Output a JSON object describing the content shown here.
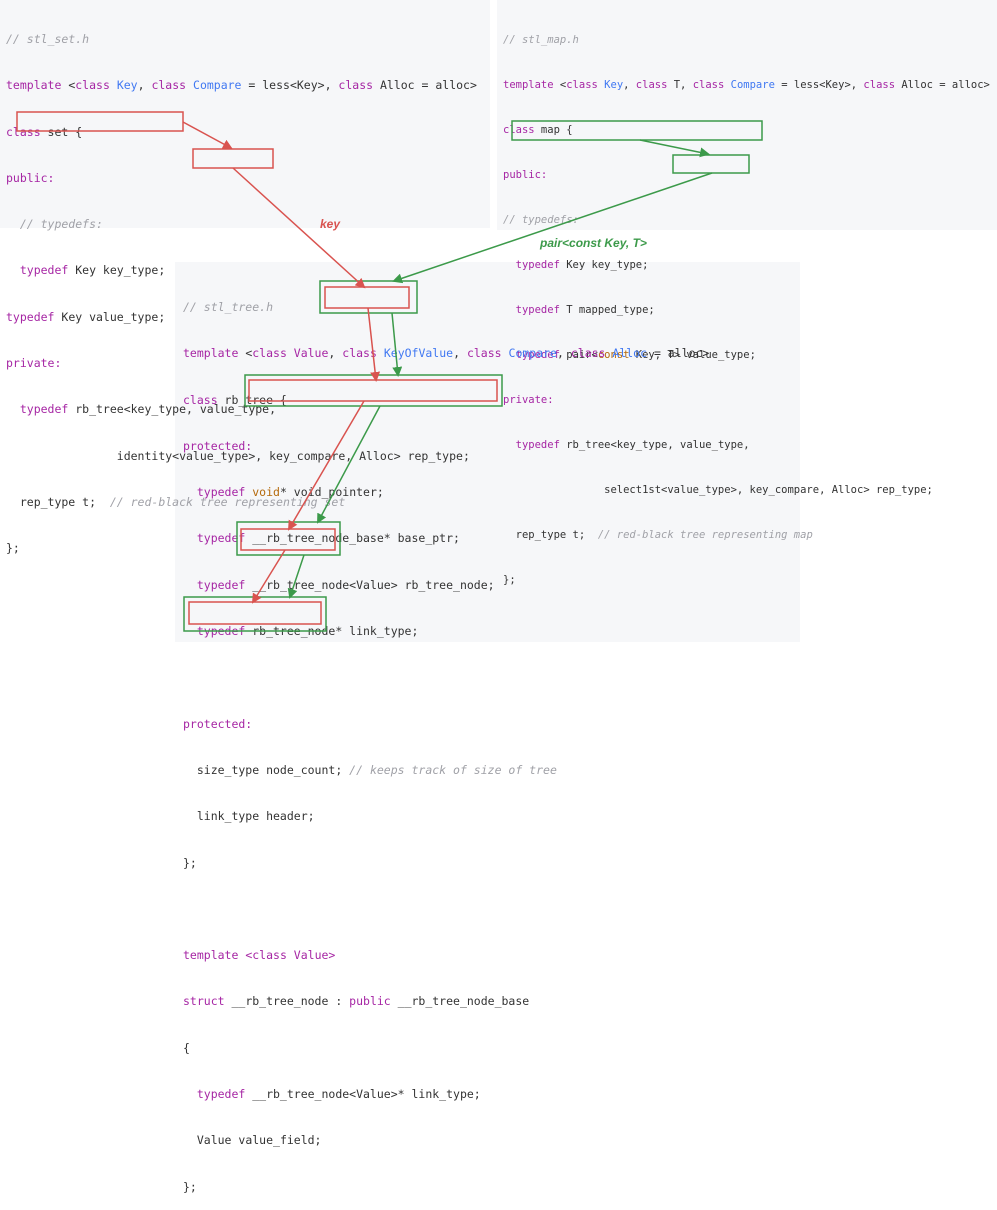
{
  "set_code": {
    "comment": "// stl_set.h",
    "l2_kw1": "template",
    "l2_a": " <",
    "l2_kw2": "class",
    "l2_sp1": " ",
    "l2_ty1": "Key",
    "l2_b": ", ",
    "l2_kw3": "class",
    "l2_sp2": " ",
    "l2_ty2": "Compare",
    "l2_c": " = less<Key>, ",
    "l2_kw4": "class",
    "l2_d": " Alloc = alloc>",
    "l3_kw": "class",
    "l3_rest": " set {",
    "l4": "public:",
    "l5": "  // typedefs:",
    "l6_kw": "  typedef",
    "l6_rest": " Key key_type;",
    "l7_kw": "typedef",
    "l7_rest": " Key value_type;",
    "l8": "private:",
    "l9_kw": "  typedef",
    "l9_rest": " rb_tree<key_type, ",
    "l9_box": "value_type,",
    "l10": "                identity<value_type>, key_compare, Alloc> rep_type;",
    "l11_a": "  rep_type t;  ",
    "l11_cm": "// red-black tree representing set",
    "l12": "};"
  },
  "map_code": {
    "comment": "// stl_map.h",
    "l2_kw1": "template",
    "l2_a": " <",
    "l2_kw2": "class",
    "l2_sp1": " ",
    "l2_ty1": "Key",
    "l2_b": ", ",
    "l2_kw3": "class",
    "l2_c": " T, ",
    "l2_kw4": "class",
    "l2_sp2": " ",
    "l2_ty2": "Compare",
    "l2_d": " = less<Key>, ",
    "l2_kw5": "class",
    "l2_e": " Alloc = alloc>",
    "l3_kw": "class",
    "l3_rest": " map {",
    "l4": "public:",
    "l5": "// typedefs:",
    "l6_kw": "  typedef",
    "l6_rest": " Key key_type;",
    "l7_kw": "  typedef",
    "l7_rest": " T mapped_type;",
    "l8_kw": "typedef",
    "l8_a": " pair<",
    "l8_const": "const",
    "l8_rest": " Key, T> value_type;",
    "l9": "private:",
    "l10_kw": "  typedef",
    "l10_rest": " rb_tree<key_type, ",
    "l10_box": "value_type,",
    "l11": "                select1st<value_type>, key_compare, Alloc> rep_type;",
    "l12_a": "  rep_type t;  ",
    "l12_cm": "// red-black tree representing map",
    "l13": "};"
  },
  "tree_code": {
    "comment": "// stl_tree.h",
    "l2_kw1": "template",
    "l2_a": " <",
    "l2_box": "class Value",
    "l2_b": ", ",
    "l2_kw2": "class",
    "l2_sp1": " ",
    "l2_ty1": "KeyOfValue",
    "l2_c": ", ",
    "l2_kw3": "class",
    "l2_sp2": " ",
    "l2_ty2": "Compare",
    "l2_d": ", ",
    "l2_kw4": "class",
    "l2_sp3": " ",
    "l2_ty3": "Alloc",
    "l2_e": " = alloc>",
    "l3_kw": "class",
    "l3_rest": " rb_tree {",
    "l4": "protected:",
    "l5_kw": "  typedef",
    "l5_sp": " ",
    "l5_void": "void",
    "l5_rest": "* void_pointer;",
    "l6_kw": "  typedef",
    "l6_rest": " __rb_tree_node_base* base_ptr;",
    "l7_kw": "  typedef",
    "l7_sp": " ",
    "l7_box": "__rb_tree_node<Value> rb_tree_node;",
    "l8_kw": "  typedef",
    "l8_rest": " rb_tree_node* link_type;",
    "l9": "",
    "l10": "protected:",
    "l11_a": "  size_type node_count; ",
    "l11_cm": "// keeps track of size of tree",
    "l12": "  link_type header;",
    "l13": "};",
    "l14": "",
    "l15_kw": "template",
    "l15_sp": " ",
    "l15_box": "<class Value>",
    "l16_kw": "struct",
    "l16_rest": " __rb_tree_node : ",
    "l16_kw2": "public",
    "l16_rest2": " __rb_tree_node_base",
    "l17": "{",
    "l18_kw": "  typedef",
    "l18_rest": " __rb_tree_node<Value>* link_type;",
    "l19_box": "Value value_field;",
    "l20": "};"
  },
  "labels": {
    "key": "key",
    "pair": "pair<const Key, T>"
  },
  "colors": {
    "red": "#d9534f",
    "green": "#3c9a4a",
    "panel_bg": "#f6f7f9"
  }
}
